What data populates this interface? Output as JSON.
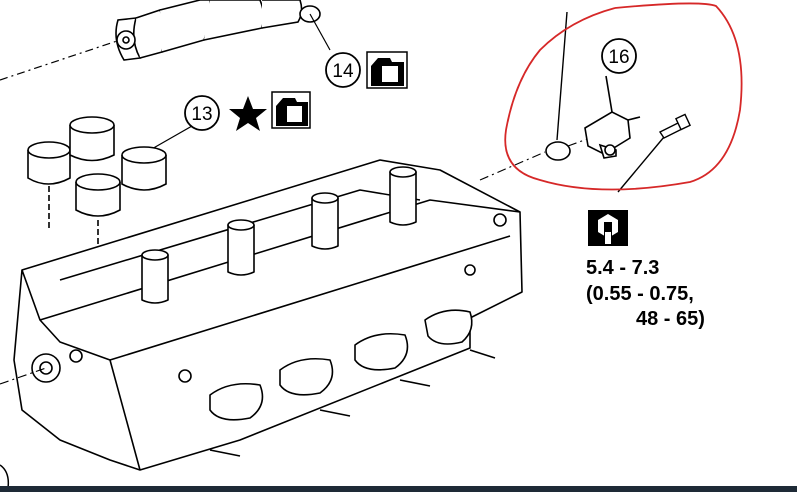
{
  "callouts": {
    "c13": "13",
    "c14": "14",
    "c16": "16"
  },
  "torque": {
    "line1": "5.4 - 7.3",
    "line2": "(0.55 - 0.75,",
    "line3": "48 - 65)"
  },
  "icons": {
    "oil": "oil-can-icon",
    "star": "star-icon",
    "wrench": "torque-wrench-icon"
  },
  "colors": {
    "highlight": "#d62828",
    "line": "#000000",
    "background": "#ffffff"
  }
}
